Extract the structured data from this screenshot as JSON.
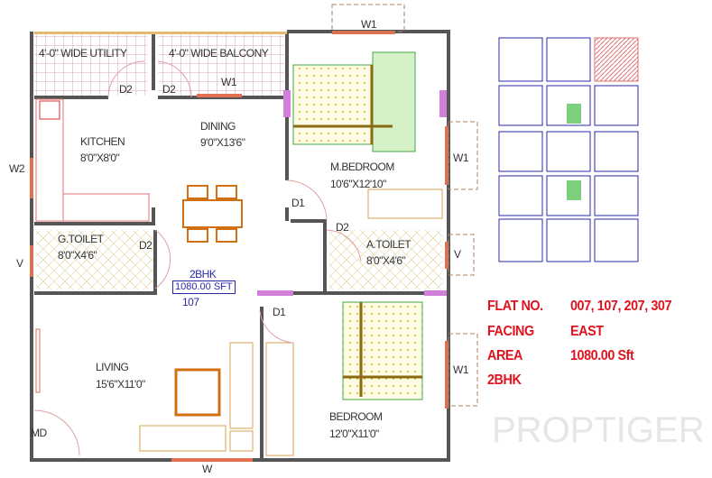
{
  "rooms": {
    "utility": "4'-0\" WIDE UTILITY",
    "balcony": "4'-0\" WIDE BALCONY",
    "kitchen": {
      "name": "KITCHEN",
      "size": "8'0\"X8'0\""
    },
    "dining": {
      "name": "DINING",
      "size": "9'0\"X13'6\""
    },
    "master_bedroom": {
      "name": "M.BEDROOM",
      "size": "10'6\"X12'10\""
    },
    "g_toilet": {
      "name": "G.TOILET",
      "size": "8'0\"X4'6\""
    },
    "a_toilet": {
      "name": "A.TOILET",
      "size": "8'0\"X4'6\""
    },
    "living": {
      "name": "LIVING",
      "size": "15'6\"X11'0\""
    },
    "bedroom": {
      "name": "BEDROOM",
      "size": "12'0\"X11'0\""
    }
  },
  "openings": {
    "d1": "D1",
    "d2": "D2",
    "w1": "W1",
    "w2": "W2",
    "w": "W",
    "v": "V",
    "md": "MD"
  },
  "unit_tag": {
    "type": "2BHK",
    "area": "1080.00 SFT",
    "number": "107"
  },
  "watermark": "PROPTIGER",
  "info": {
    "flat_label": "FLAT NO.",
    "flat_value": "007, 107, 207, 307",
    "facing_label": "FACING",
    "facing_value": "EAST",
    "area_label": "AREA",
    "area_value": "1080.00 Sft",
    "type_label": "2BHK"
  },
  "colors": {
    "wall": "#555555",
    "info_text": "#e0141e",
    "key_plan": "#2a2aa8",
    "highlight": "#e07070",
    "balcony_grid": "#d9a0c0"
  }
}
